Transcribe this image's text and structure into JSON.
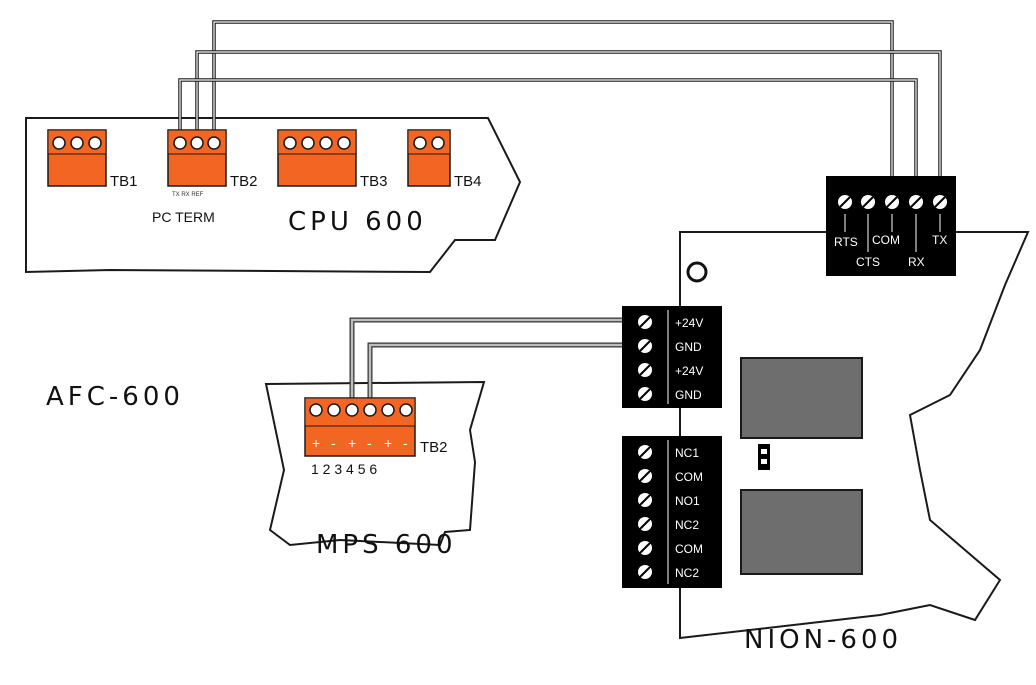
{
  "title_afc": "AFC-600",
  "cpu": {
    "name": "CPU 600",
    "pc_term": "PC TERM",
    "tb1": "TB1",
    "tb2": "TB2",
    "tb3": "TB3",
    "tb4": "TB4",
    "tb2_pins": "TX RX REF"
  },
  "mps": {
    "name": "MPS 600",
    "tb2": "TB2",
    "polarity": [
      "+",
      "-",
      "+",
      "-",
      "+",
      "-"
    ],
    "pin_numbers": "1 2 3 4 5 6"
  },
  "nion": {
    "name": "NION-600",
    "serial_top": [
      "RTS",
      "COM",
      "TX"
    ],
    "serial_bottom": [
      "CTS",
      "RX"
    ],
    "power_labels": [
      "+24V",
      "GND",
      "+24V",
      "GND"
    ],
    "relay_labels": [
      "NC1",
      "COM",
      "NO1",
      "NC2",
      "COM",
      "NC2"
    ]
  },
  "colors": {
    "terminal_orange": "#f26522",
    "terminal_black": "#000000",
    "relay_gray": "#6e6e6e",
    "wire_dark": "#111111",
    "wire_gray": "#8a8a8a"
  }
}
